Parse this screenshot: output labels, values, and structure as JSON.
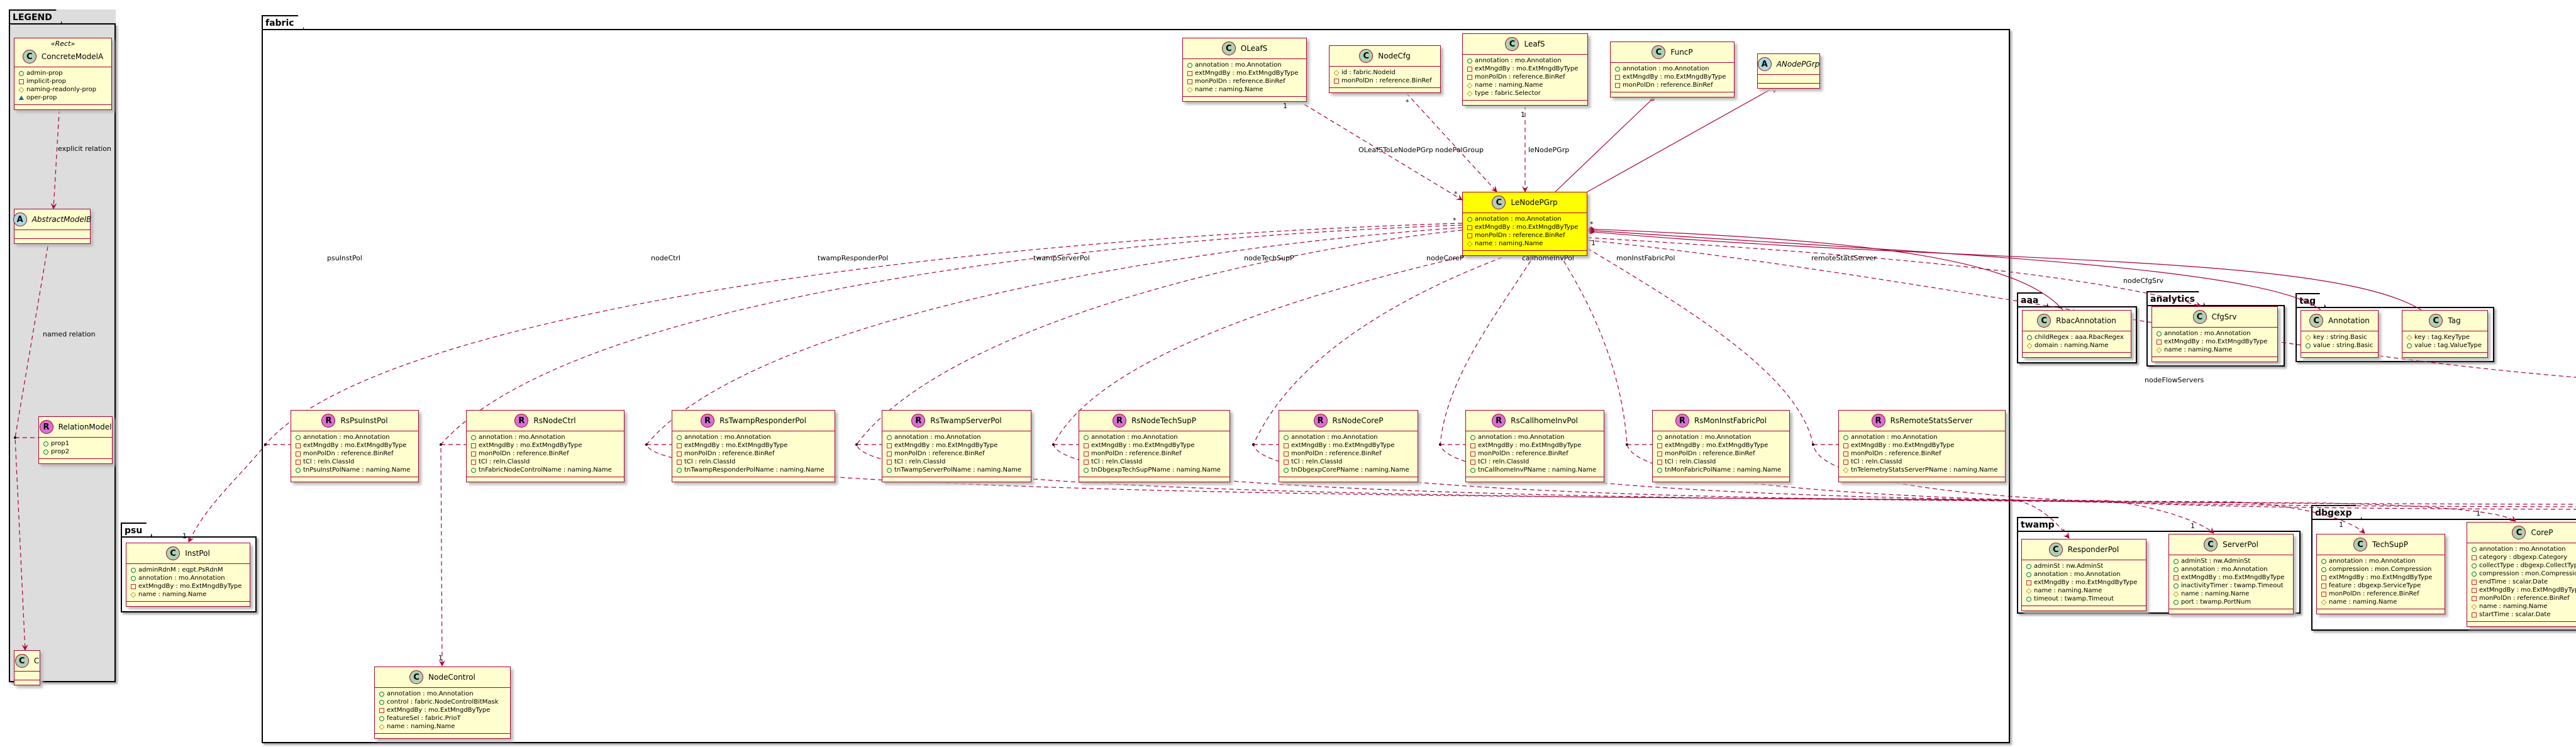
{
  "packages": {
    "legend": "LEGEND",
    "fabric": "fabric",
    "psu": "psu",
    "aaa": "aaa",
    "analytics": "analytics",
    "tag": "tag",
    "twamp": "twamp",
    "dbgexp": "dbgexp"
  },
  "classes": [
    {
      "id": "ConcreteModelA",
      "kind": "C",
      "stereotype": "«Rect»",
      "name": "ConcreteModelA",
      "fields": [
        [
          "public",
          "admin-prop"
        ],
        [
          "private",
          "implicit-prop"
        ],
        [
          "protected",
          "naming-readonly-prop"
        ],
        [
          "package",
          "oper-prop"
        ]
      ]
    },
    {
      "id": "AbstractModelB",
      "kind": "A",
      "name": "AbstractModelB",
      "fields": []
    },
    {
      "id": "RelationModel",
      "kind": "R",
      "name": "RelationModel",
      "fields": [
        [
          "public",
          "prop1"
        ],
        [
          "public",
          "prop2"
        ]
      ]
    },
    {
      "id": "CLegend",
      "kind": "C",
      "name": "C",
      "fields": []
    },
    {
      "id": "OLeafS",
      "kind": "C",
      "name": "OLeafS",
      "fields": [
        [
          "public",
          "annotation : mo.Annotation"
        ],
        [
          "private",
          "extMngdBy : mo.ExtMngdByType"
        ],
        [
          "private",
          "monPolDn : reference.BinRef"
        ],
        [
          "protected",
          "name : naming.Name"
        ]
      ]
    },
    {
      "id": "NodeCfg",
      "kind": "C",
      "name": "NodeCfg",
      "fields": [
        [
          "protected",
          "id : fabric.NodeId"
        ],
        [
          "private",
          "monPolDn : reference.BinRef"
        ]
      ]
    },
    {
      "id": "LeafS",
      "kind": "C",
      "name": "LeafS",
      "fields": [
        [
          "public",
          "annotation : mo.Annotation"
        ],
        [
          "private",
          "extMngdBy : mo.ExtMngdByType"
        ],
        [
          "private",
          "monPolDn : reference.BinRef"
        ],
        [
          "protected",
          "name : naming.Name"
        ],
        [
          "protected",
          "type : fabric.Selector"
        ]
      ]
    },
    {
      "id": "FuncP",
      "kind": "C",
      "name": "FuncP",
      "fields": [
        [
          "public",
          "annotation : mo.Annotation"
        ],
        [
          "private",
          "extMngdBy : mo.ExtMngdByType"
        ],
        [
          "private",
          "monPolDn : reference.BinRef"
        ]
      ]
    },
    {
      "id": "ANodePGrp",
      "kind": "A",
      "name": "ANodePGrp",
      "fields": []
    },
    {
      "id": "LeNodePGrp",
      "kind": "C",
      "highlight": true,
      "name": "LeNodePGrp",
      "fields": [
        [
          "public",
          "annotation : mo.Annotation"
        ],
        [
          "private",
          "extMngdBy : mo.ExtMngdByType"
        ],
        [
          "private",
          "monPolDn : reference.BinRef"
        ],
        [
          "protected",
          "name : naming.Name"
        ]
      ]
    },
    {
      "id": "RsPsuInstPol",
      "kind": "R",
      "name": "RsPsuInstPol",
      "fields": [
        [
          "public",
          "annotation : mo.Annotation"
        ],
        [
          "private",
          "extMngdBy : mo.ExtMngdByType"
        ],
        [
          "private",
          "monPolDn : reference.BinRef"
        ],
        [
          "private",
          "tCl : reln.ClassId"
        ],
        [
          "public",
          "tnPsuInstPolName : naming.Name"
        ]
      ]
    },
    {
      "id": "RsNodeCtrl",
      "kind": "R",
      "name": "RsNodeCtrl",
      "fields": [
        [
          "public",
          "annotation : mo.Annotation"
        ],
        [
          "private",
          "extMngdBy : mo.ExtMngdByType"
        ],
        [
          "private",
          "monPolDn : reference.BinRef"
        ],
        [
          "private",
          "tCl : reln.ClassId"
        ],
        [
          "public",
          "tnFabricNodeControlName : naming.Name"
        ]
      ]
    },
    {
      "id": "RsTwampResponderPol",
      "kind": "R",
      "name": "RsTwampResponderPol",
      "fields": [
        [
          "public",
          "annotation : mo.Annotation"
        ],
        [
          "private",
          "extMngdBy : mo.ExtMngdByType"
        ],
        [
          "private",
          "monPolDn : reference.BinRef"
        ],
        [
          "private",
          "tCl : reln.ClassId"
        ],
        [
          "public",
          "tnTwampResponderPolName : naming.Name"
        ]
      ]
    },
    {
      "id": "RsTwampServerPol",
      "kind": "R",
      "name": "RsTwampServerPol",
      "fields": [
        [
          "public",
          "annotation : mo.Annotation"
        ],
        [
          "private",
          "extMngdBy : mo.ExtMngdByType"
        ],
        [
          "private",
          "monPolDn : reference.BinRef"
        ],
        [
          "private",
          "tCl : reln.ClassId"
        ],
        [
          "public",
          "tnTwampServerPolName : naming.Name"
        ]
      ]
    },
    {
      "id": "RsNodeTechSupP",
      "kind": "R",
      "name": "RsNodeTechSupP",
      "fields": [
        [
          "public",
          "annotation : mo.Annotation"
        ],
        [
          "private",
          "extMngdBy : mo.ExtMngdByType"
        ],
        [
          "private",
          "monPolDn : reference.BinRef"
        ],
        [
          "private",
          "tCl : reln.ClassId"
        ],
        [
          "public",
          "tnDbgexpTechSupPName : naming.Name"
        ]
      ]
    },
    {
      "id": "RsNodeCoreP",
      "kind": "R",
      "name": "RsNodeCoreP",
      "fields": [
        [
          "public",
          "annotation : mo.Annotation"
        ],
        [
          "private",
          "extMngdBy : mo.ExtMngdByType"
        ],
        [
          "private",
          "monPolDn : reference.BinRef"
        ],
        [
          "private",
          "tCl : reln.ClassId"
        ],
        [
          "public",
          "tnDbgexpCorePName : naming.Name"
        ]
      ]
    },
    {
      "id": "RsCallhomeInvPol",
      "kind": "R",
      "name": "RsCallhomeInvPol",
      "fields": [
        [
          "public",
          "annotation : mo.Annotation"
        ],
        [
          "private",
          "extMngdBy : mo.ExtMngdByType"
        ],
        [
          "private",
          "monPolDn : reference.BinRef"
        ],
        [
          "private",
          "tCl : reln.ClassId"
        ],
        [
          "public",
          "tnCallhomeInvPName : naming.Name"
        ]
      ]
    },
    {
      "id": "RsMonInstFabricPol",
      "kind": "R",
      "name": "RsMonInstFabricPol",
      "fields": [
        [
          "public",
          "annotation : mo.Annotation"
        ],
        [
          "private",
          "extMngdBy : mo.ExtMngdByType"
        ],
        [
          "private",
          "monPolDn : reference.BinRef"
        ],
        [
          "private",
          "tCl : reln.ClassId"
        ],
        [
          "public",
          "tnMonFabricPolName : naming.Name"
        ]
      ]
    },
    {
      "id": "RsRemoteStatsServer",
      "kind": "R",
      "name": "RsRemoteStatsServer",
      "fields": [
        [
          "public",
          "annotation : mo.Annotation"
        ],
        [
          "private",
          "extMngdBy : mo.ExtMngdByType"
        ],
        [
          "private",
          "monPolDn : reference.BinRef"
        ],
        [
          "private",
          "tCl : reln.ClassId"
        ],
        [
          "protected",
          "tnTelemetryStatsServerPName : naming.Name"
        ]
      ]
    },
    {
      "id": "NodeControl",
      "kind": "C",
      "name": "NodeControl",
      "fields": [
        [
          "public",
          "annotation : mo.Annotation"
        ],
        [
          "public",
          "control : fabric.NodeControlBitMask"
        ],
        [
          "private",
          "extMngdBy : mo.ExtMngdByType"
        ],
        [
          "public",
          "featureSel : fabric.PrioT"
        ],
        [
          "protected",
          "name : naming.Name"
        ]
      ]
    },
    {
      "id": "InstPol",
      "kind": "C",
      "name": "InstPol",
      "fields": [
        [
          "public",
          "adminRdnM : eqpt.PsRdnM"
        ],
        [
          "public",
          "annotation : mo.Annotation"
        ],
        [
          "private",
          "extMngdBy : mo.ExtMngdByType"
        ],
        [
          "protected",
          "name : naming.Name"
        ]
      ]
    },
    {
      "id": "RbacAnnotation",
      "kind": "C",
      "name": "RbacAnnotation",
      "fields": [
        [
          "public",
          "childRegex : aaa.RbacRegex"
        ],
        [
          "protected",
          "domain : naming.Name"
        ]
      ]
    },
    {
      "id": "CfgSrv",
      "kind": "C",
      "name": "CfgSrv",
      "fields": [
        [
          "public",
          "annotation : mo.Annotation"
        ],
        [
          "private",
          "extMngdBy : mo.ExtMngdByType"
        ],
        [
          "protected",
          "name : naming.Name"
        ]
      ]
    },
    {
      "id": "Annotation",
      "kind": "C",
      "name": "Annotation",
      "fields": [
        [
          "protected",
          "key : string.Basic"
        ],
        [
          "public",
          "value : string.Basic"
        ]
      ]
    },
    {
      "id": "Tag",
      "kind": "C",
      "name": "Tag",
      "fields": [
        [
          "protected",
          "key : tag.KeyType"
        ],
        [
          "public",
          "value : tag.ValueType"
        ]
      ]
    },
    {
      "id": "ResponderPol",
      "kind": "C",
      "name": "ResponderPol",
      "fields": [
        [
          "public",
          "adminSt : nw.AdminSt"
        ],
        [
          "public",
          "annotation : mo.Annotation"
        ],
        [
          "private",
          "extMngdBy : mo.ExtMngdByType"
        ],
        [
          "protected",
          "name : naming.Name"
        ],
        [
          "public",
          "timeout : twamp.Timeout"
        ]
      ]
    },
    {
      "id": "ServerPol",
      "kind": "C",
      "name": "ServerPol",
      "fields": [
        [
          "public",
          "adminSt : nw.AdminSt"
        ],
        [
          "public",
          "annotation : mo.Annotation"
        ],
        [
          "private",
          "extMngdBy : mo.ExtMngdByType"
        ],
        [
          "public",
          "inactivityTimer : twamp.Timeout"
        ],
        [
          "protected",
          "name : naming.Name"
        ],
        [
          "public",
          "port : twamp.PortNum"
        ]
      ]
    },
    {
      "id": "TechSupP",
      "kind": "C",
      "name": "TechSupP",
      "fields": [
        [
          "public",
          "annotation : mo.Annotation"
        ],
        [
          "public",
          "compression : mon.Compression"
        ],
        [
          "private",
          "extMngdBy : mo.ExtMngdByType"
        ],
        [
          "private",
          "feature : dbgexp.ServiceType"
        ],
        [
          "private",
          "monPolDn : reference.BinRef"
        ],
        [
          "protected",
          "name : naming.Name"
        ]
      ]
    },
    {
      "id": "CoreP",
      "kind": "C",
      "name": "CoreP",
      "fields": [
        [
          "public",
          "annotation : mo.Annotation"
        ],
        [
          "private",
          "category : dbgexp.Category"
        ],
        [
          "public",
          "collectType : dbgexp.CollectType"
        ],
        [
          "public",
          "compression : mon.Compression"
        ],
        [
          "private",
          "endTime : scalar.Date"
        ],
        [
          "private",
          "extMngdBy : mo.ExtMngdByType"
        ],
        [
          "private",
          "monPolDn : reference.BinRef"
        ],
        [
          "protected",
          "name : naming.Name"
        ],
        [
          "private",
          "startTime : scalar.Date"
        ]
      ]
    }
  ],
  "edge_labels": {
    "explicit": "explicit relation",
    "named": "named relation",
    "oleafs": "OLeafSToLeNodePGrp",
    "nodePolGroup": "nodePolGroup",
    "leNodePGrp": "leNodePGrp",
    "psuInstPol": "psuInstPol",
    "nodeCtrl": "nodeCtrl",
    "twampResponderPol": "twampResponderPol",
    "twampServerPol": "twampServerPol",
    "nodeTechSupP": "nodeTechSupP",
    "nodeCoreP": "nodeCoreP",
    "callhomeInvPol": "callhomeInvPol",
    "monInstFabricPol": "monInstFabricPol",
    "remoteStatsServer": "remoteStatsServer",
    "nodeCfgSrv": "nodeCfgSrv",
    "nodeFlowServers": "nodeFlowServers"
  },
  "multiplicity": {
    "one": "1",
    "many": "*"
  },
  "colors": {
    "border": "#A80036",
    "class_fill": "#FEFECE",
    "highlight": "#FFFF00",
    "legend_bg": "#DDDDDD"
  }
}
